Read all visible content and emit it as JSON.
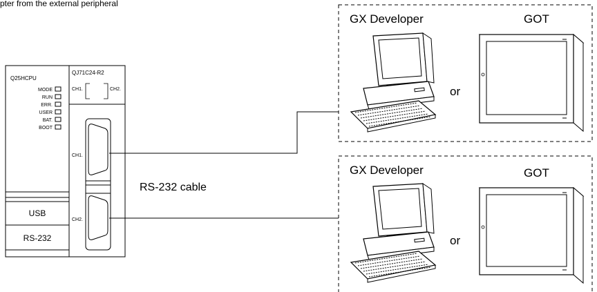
{
  "header_fragment": "pter from the external peripheral",
  "cpu": {
    "model": "Q25HCPU",
    "leds": [
      "MODE",
      "RUN",
      "ERR.",
      "USER",
      "BAT.",
      "BOOT"
    ],
    "ports": [
      "USB",
      "RS-232"
    ]
  },
  "module": {
    "model": "QJ71C24-R2",
    "ch1": "CH1.",
    "ch2": "CH2."
  },
  "cable_label": "RS-232 cable",
  "groups": [
    {
      "developer": "GX Developer",
      "got": "GOT",
      "or": "or"
    },
    {
      "developer": "GX Developer",
      "got": "GOT",
      "or": "or"
    }
  ]
}
